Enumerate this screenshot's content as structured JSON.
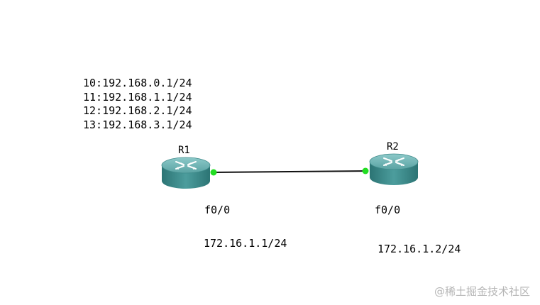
{
  "loopbacks": [
    "10:192.168.0.1/24",
    "11:192.168.1.1/24",
    "12:192.168.2.1/24",
    "13:192.168.3.1/24"
  ],
  "routers": [
    {
      "name": "R1",
      "interface": "f0/0",
      "ip": "172.16.1.1/24"
    },
    {
      "name": "R2",
      "interface": "f0/0",
      "ip": "172.16.1.2/24"
    }
  ],
  "colors": {
    "router_body": "#3a8a8a",
    "router_top": "#6fb5b5",
    "port_dot": "#22dd22",
    "link": "#111111"
  },
  "icons": {
    "router": "router-icon"
  },
  "watermark": "@稀土掘金技术社区"
}
